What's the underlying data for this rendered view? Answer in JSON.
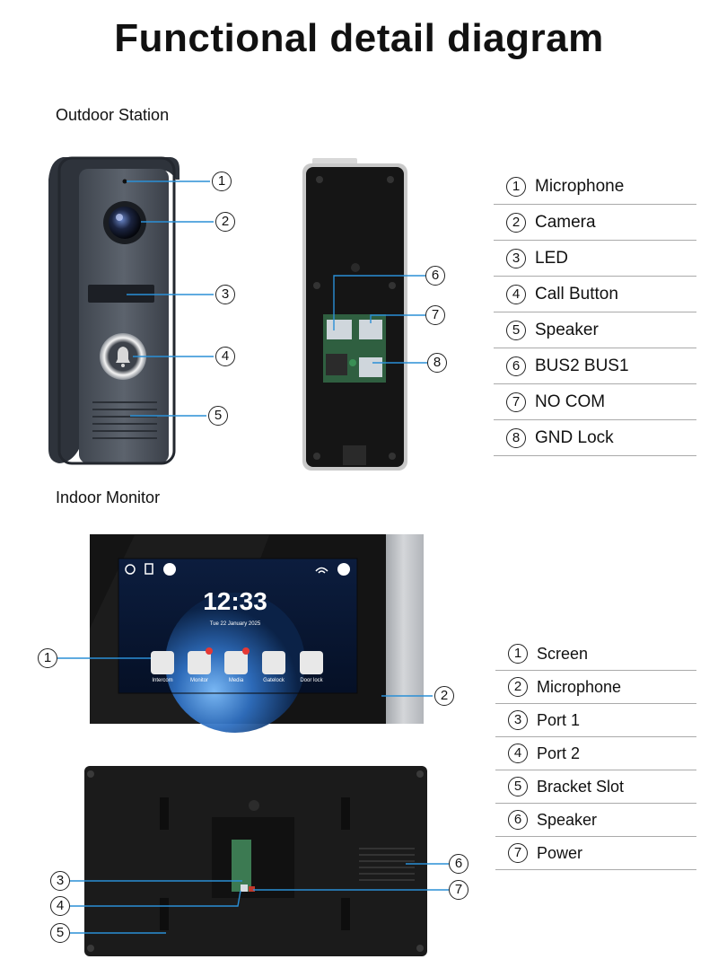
{
  "title": "Functional detail diagram",
  "sections": {
    "outdoor": "Outdoor Station",
    "indoor": "Indoor Monitor"
  },
  "outdoor_legend": [
    {
      "n": "1",
      "label": "Microphone"
    },
    {
      "n": "2",
      "label": "Camera"
    },
    {
      "n": "3",
      "label": "LED"
    },
    {
      "n": "4",
      "label": "Call Button"
    },
    {
      "n": "5",
      "label": "Speaker"
    },
    {
      "n": "6",
      "label": "BUS2 BUS1"
    },
    {
      "n": "7",
      "label": "NO COM"
    },
    {
      "n": "8",
      "label": "GND Lock"
    }
  ],
  "indoor_legend": [
    {
      "n": "1",
      "label": "Screen"
    },
    {
      "n": "2",
      "label": "Microphone"
    },
    {
      "n": "3",
      "label": "Port 1"
    },
    {
      "n": "4",
      "label": "Port 2"
    },
    {
      "n": "5",
      "label": "Bracket Slot"
    },
    {
      "n": "6",
      "label": "Speaker"
    },
    {
      "n": "7",
      "label": "Power"
    }
  ],
  "screen": {
    "time": "12:33",
    "date": "Tue 22 January 2025",
    "apps": [
      "Intercom",
      "Monitor",
      "Media",
      "Gatelock",
      "Door lock"
    ]
  },
  "colors": {
    "callout_line": "#2a8fd6",
    "device_gray": "#4f5560",
    "panel_black": "#1c1c1c"
  }
}
